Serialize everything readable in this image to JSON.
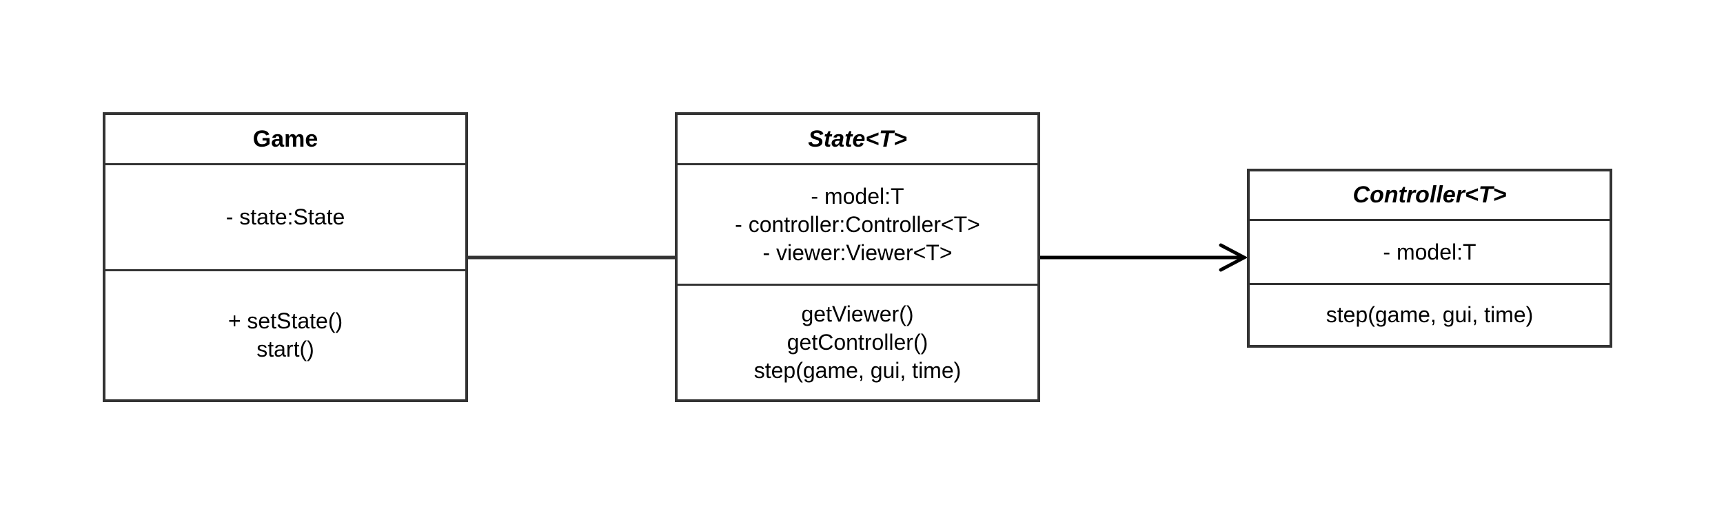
{
  "diagram": {
    "classes": [
      {
        "name": "Game",
        "abstract": false,
        "attributes": [
          "- state:State"
        ],
        "operations": [
          "+ setState()",
          "start()"
        ]
      },
      {
        "name": "State<T>",
        "abstract": true,
        "attributes": [
          "- model:T",
          "- controller:Controller<T>",
          "- viewer:Viewer<T>"
        ],
        "operations": [
          "getViewer()",
          "getController()",
          "step(game, gui, time)"
        ]
      },
      {
        "name": "Controller<T>",
        "abstract": true,
        "attributes": [
          "- model:T"
        ],
        "operations": [
          "step(game, gui, time)"
        ]
      }
    ],
    "relationships": [
      {
        "from": "Game",
        "to": "State<T>",
        "type": "association"
      },
      {
        "from": "State<T>",
        "to": "Controller<T>",
        "type": "directed-association",
        "arrowhead": "open"
      }
    ],
    "colors": {
      "border": "#333333",
      "line": "#333333",
      "arrow": "#000000",
      "background": "#ffffff",
      "text": "#000000"
    }
  }
}
